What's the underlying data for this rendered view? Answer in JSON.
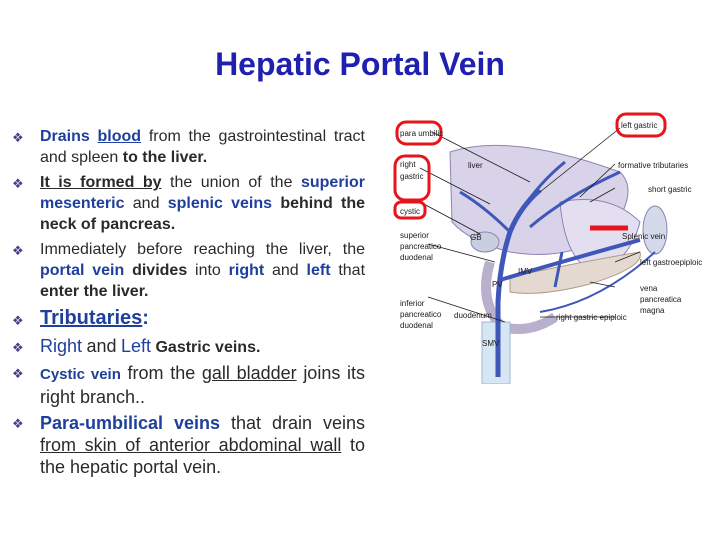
{
  "title": "Hepatic Portal Vein",
  "bullets": {
    "b1": {
      "w1": "Drains",
      "w2": "blood",
      "w3": "from the gastrointestinal tract and spleen",
      "w4": "to the liver."
    },
    "b2": {
      "w1": "It is formed by",
      "w2": "the union of the",
      "w3": "superior mesenteric",
      "w4": "and",
      "w5": "splenic veins",
      "w6": "behind the neck of pancreas."
    },
    "b3": {
      "w1": "Immediately before reaching the liver, the",
      "w2": "portal vein",
      "w3": "divides",
      "w4": "into",
      "w5": "right",
      "w6": "and",
      "w7": "left",
      "w8": "that",
      "w9": "enter the liver."
    },
    "b4": {
      "w1": "Tributaries",
      "w2": ":"
    },
    "b5": {
      "w1": "Right",
      "w2": "and",
      "w3": "Left",
      "w4": "Gastric veins."
    },
    "b6": {
      "w1": "Cystic vein",
      "w2": "from the",
      "w3": "gall bladder",
      "w4": "joins its right branch.."
    },
    "b7": {
      "w1": "Para-umbilical",
      "w2": "veins",
      "w3": "that drain veins",
      "w4": "from skin of anterior abdominal wall",
      "w5": "to the hepatic portal vein."
    }
  },
  "diagram_labels": {
    "para_umbilic": "para umbilic",
    "right_gastric_1": "right",
    "right_gastric_2": "gastric",
    "cystic": "cystic",
    "superior_1": "superior",
    "superior_2": "pancreatico",
    "superior_3": "duodenal",
    "inferior_1": "inferior",
    "inferior_2": "pancreatico",
    "inferior_3": "duodenal",
    "liver": "liver",
    "gb": "GB",
    "pv": "PV",
    "duodenum": "duodenum",
    "imv": "IMV",
    "smv": "SMV",
    "left_gastric": "left gastric",
    "formative_tributaries": "formative tributaries",
    "short_gastric": "short gastric",
    "splenic_vein": "Splenic vein",
    "left_gastroepiploic": "left gastroepiploic",
    "vena": "vena",
    "pancreatica": "pancreatica",
    "magna": "magna",
    "right_gastric_epiploic": "right gastric epiploic"
  },
  "colors": {
    "title": "#1f1fb0",
    "highlight_blue": "#1f3f9c",
    "bullet_marker": "#4b3a86",
    "callout_red": "#e8141c",
    "vein_blue": "#3f57b8"
  },
  "icons": {
    "bullet": "diamond-bullet-icon"
  }
}
